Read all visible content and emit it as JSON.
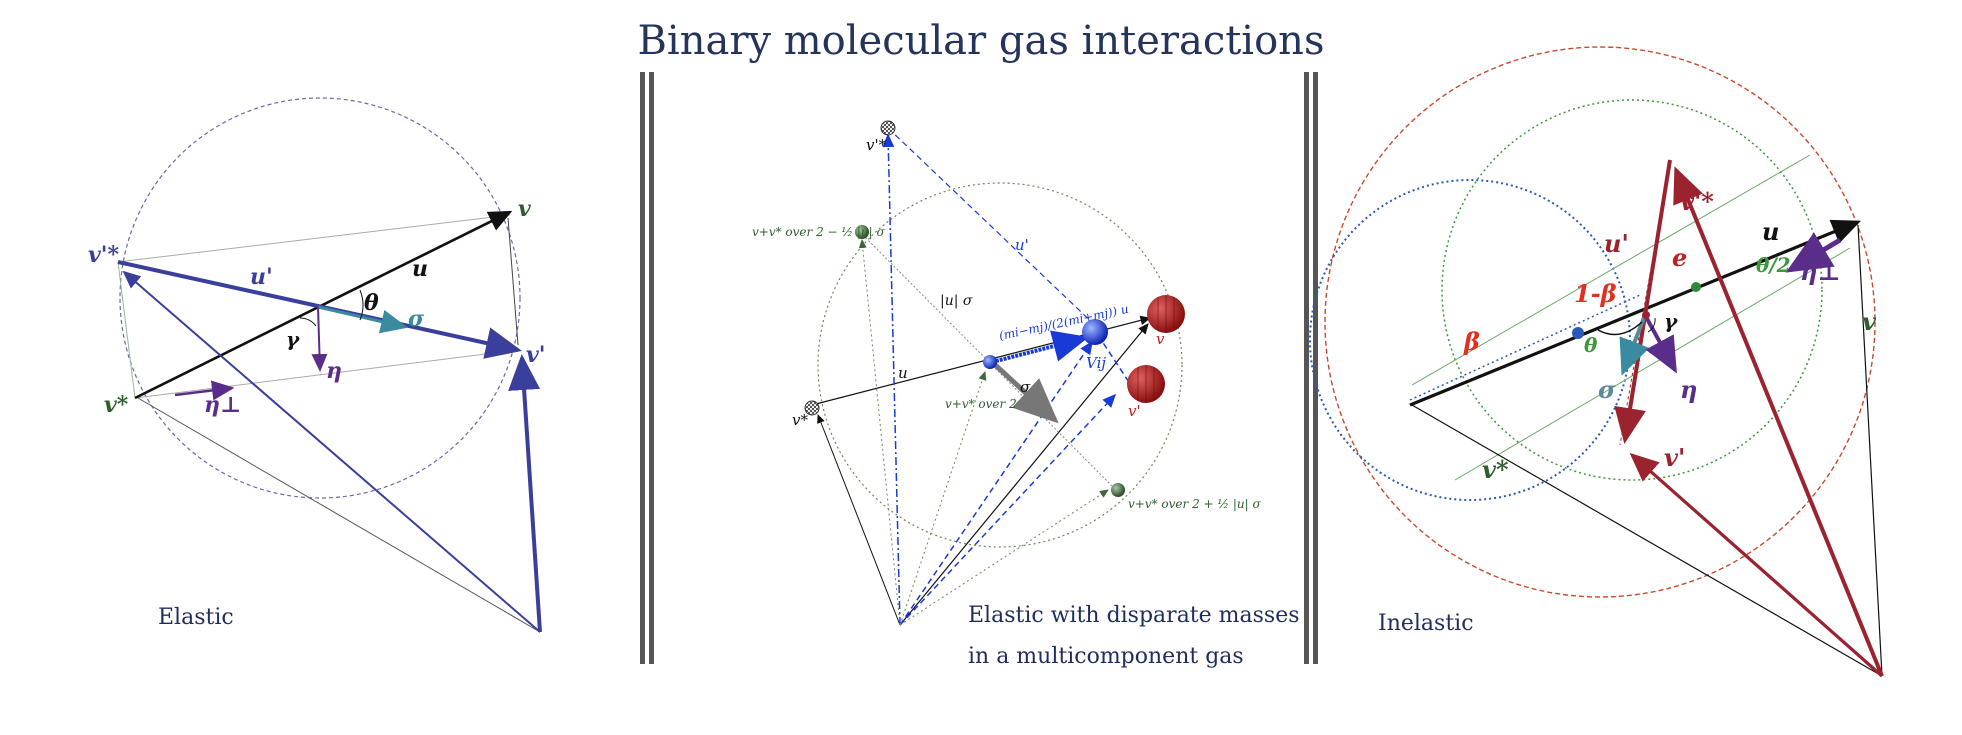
{
  "title": "Binary molecular gas interactions",
  "colors": {
    "title": "#25345c",
    "caption": "#1f2d5c",
    "elastic_blue": "#3b3f9c",
    "disparate_blue": "#1a3ad8",
    "inelastic_red": "#9b2330",
    "green": "#2e5e2e"
  },
  "panels": [
    {
      "caption": "Elastic",
      "labels": {
        "v": "v",
        "v_prime_star": "v'*",
        "u_prime": "u'",
        "u": "u",
        "theta": "θ",
        "sigma": "σ",
        "gamma": "γ",
        "eta": "η",
        "v_prime": "v'",
        "v_star": "v*",
        "eta_perp": "η⊥"
      }
    },
    {
      "caption_line1": "Elastic with disparate masses",
      "caption_line2": "in a multicomponent gas",
      "labels": {
        "v_prime_star": "v'*",
        "u_prime": "u'",
        "upper_mid": "v+v* over 2 − ½ |u| σ",
        "u_sigma": "|u| σ",
        "mass_ratio": "(mi−mj)/(2(mi+mj)) u",
        "v": "v",
        "vij": "Vij",
        "u": "u",
        "sigma": "σ",
        "v_prime": "v'",
        "mid": "v+v* over 2",
        "lower_mid": "v+v* over 2 + ½ |u| σ",
        "v_star": "v*"
      }
    },
    {
      "caption": "Inelastic",
      "labels": {
        "v_prime_star": "v'*",
        "u": "u",
        "u_prime": "u'",
        "e": "e",
        "one_minus_beta": "1-β",
        "theta_half": "θ/2",
        "eta_perp": "η⊥",
        "beta": "β",
        "theta": "θ",
        "gamma": "γ",
        "sigma": "σ",
        "eta": "η",
        "v": "v",
        "v_star": "v*",
        "v_prime": "v'"
      }
    }
  ]
}
